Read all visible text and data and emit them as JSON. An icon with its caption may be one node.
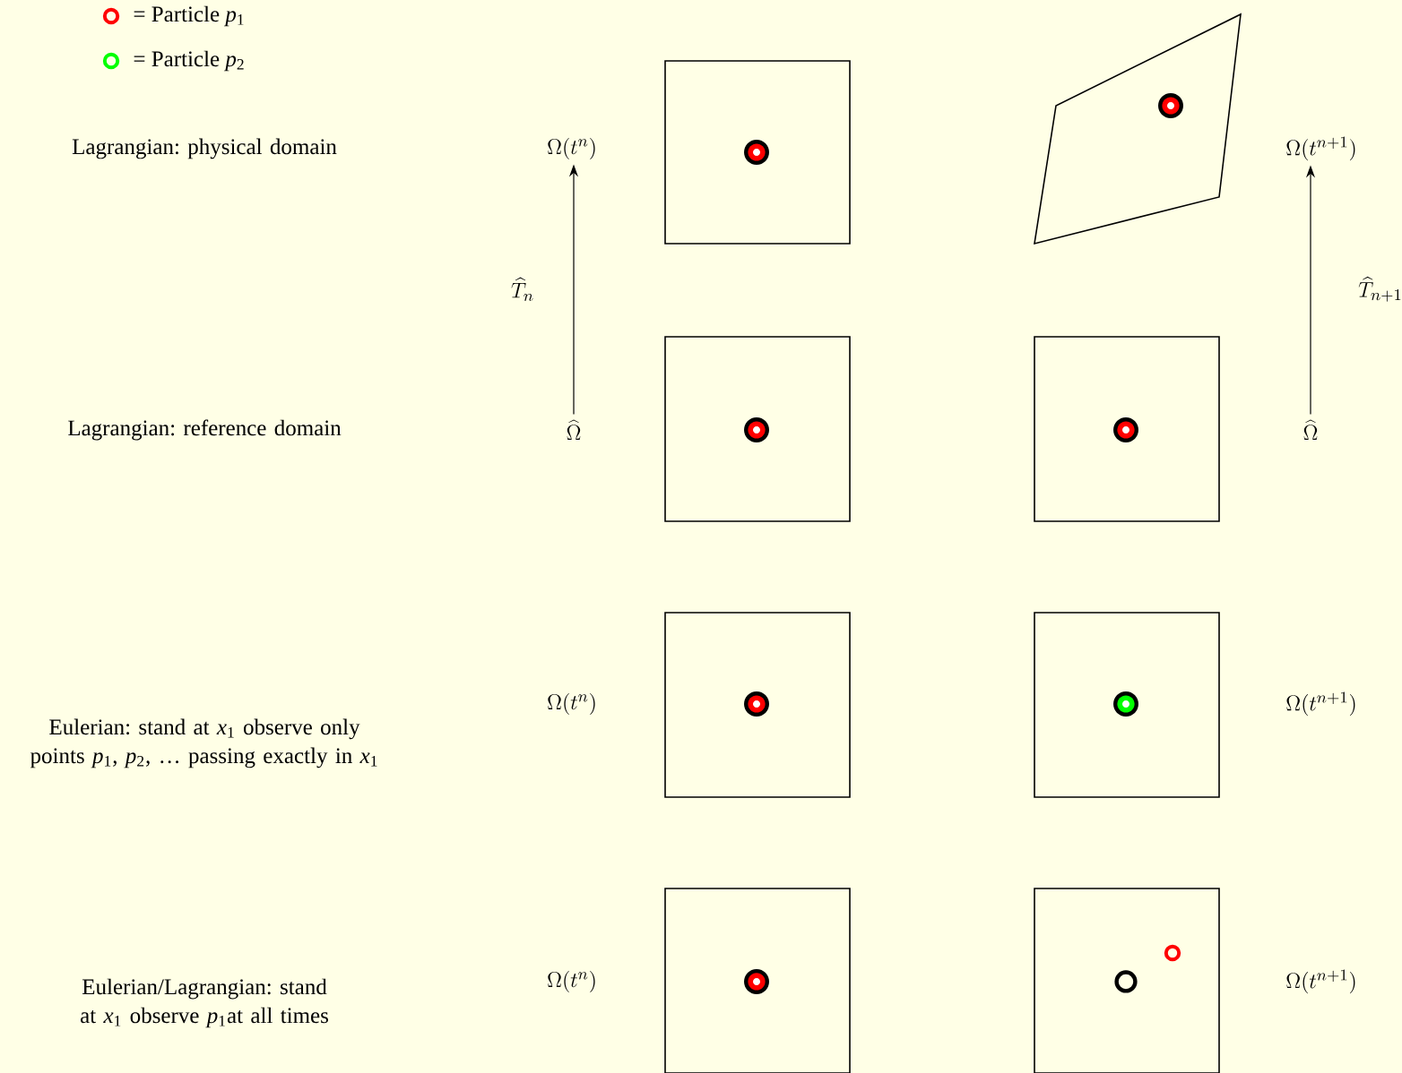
{
  "diagram": {
    "nodes": [
      {
        "text": [
          "\\Omega(t^n)"
        ]
      },
      {
        "text": [],
        "shape": "box"
      },
      {
        "text": [],
        "shape": "polygon"
      },
      {
        "text": [
          "\\Omega(t^{n+1})"
        ]
      },
      {
        "text": [
          "\\widehat{\\Omega}"
        ]
      },
      {
        "text": [],
        "shape": "box"
      },
      {
        "text": [],
        "shape": "box"
      },
      {
        "text": [
          "\\widehat{\\Omega}"
        ]
      },
      {
        "text": [
          "\\Omega(t^n)"
        ]
      },
      {
        "text": [],
        "shape": "box"
      },
      {
        "text": [],
        "shape": "box"
      },
      {
        "text": [
          "\\Omega(t^{n+1})"
        ]
      },
      {
        "text": [
          "\\Omega(t^n)"
        ]
      },
      {
        "text": [],
        "shape": "box"
      },
      {
        "text": [],
        "shape": "box"
      },
      {
        "text": [
          "\\Omega(t^{n+1})"
        ]
      }
    ],
    "edges": [
      {
        "from": 4,
        "to": 0,
        "arrow": "to",
        "label": "\\widehat{T}_n"
      },
      {
        "from": 7,
        "to": 3,
        "arrow": "to",
        "label": "\\widehat{T}_{n+1}"
      }
    ],
    "labels": [
      "Lagrangian: physical domain",
      "Lagrangian: reference domain",
      "Eulerian: stand at *x*$_{1}$ observe only points *p*$_{1}$, *p*$_{2}$, … passing exactly in *x*$_{1}$",
      "Eulerian/Lagrangian: stand at *x*$_{1}$ observe *p*$_{1}$at all times"
    ],
    "legend": [
      {
        "text": "= Particle *p*$_{1}$",
        "color": "#ff0000"
      },
      {
        "text": "= Particle *p*$_{2}$",
        "color": "#00ff00"
      }
    ]
  }
}
